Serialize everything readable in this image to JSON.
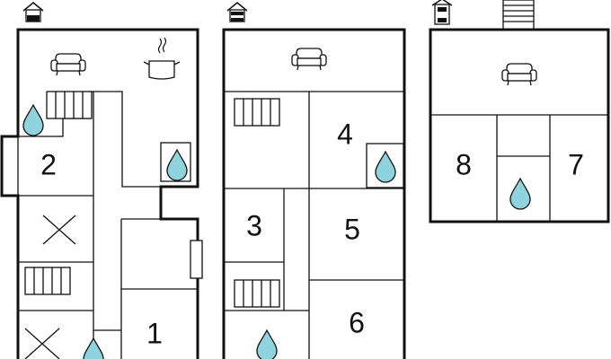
{
  "floors": [
    {
      "name": "ground-floor"
    },
    {
      "name": "first-floor"
    },
    {
      "name": "second-floor"
    }
  ],
  "rooms": {
    "r1": "1",
    "r2": "2",
    "r3": "3",
    "r4": "4",
    "r5": "5",
    "r6": "6",
    "r7": "7",
    "r8": "8"
  },
  "icons": {
    "living": "sofa-icon",
    "kitchen": "cooking-pot-icon",
    "bath": "water-drop-icon",
    "stairs": "staircase-icon",
    "floor_marker": "house-floor-icon",
    "void": "cross-icon"
  },
  "colors": {
    "lines": "#111111",
    "water": "#8fd3df",
    "background": "#ffffff"
  }
}
